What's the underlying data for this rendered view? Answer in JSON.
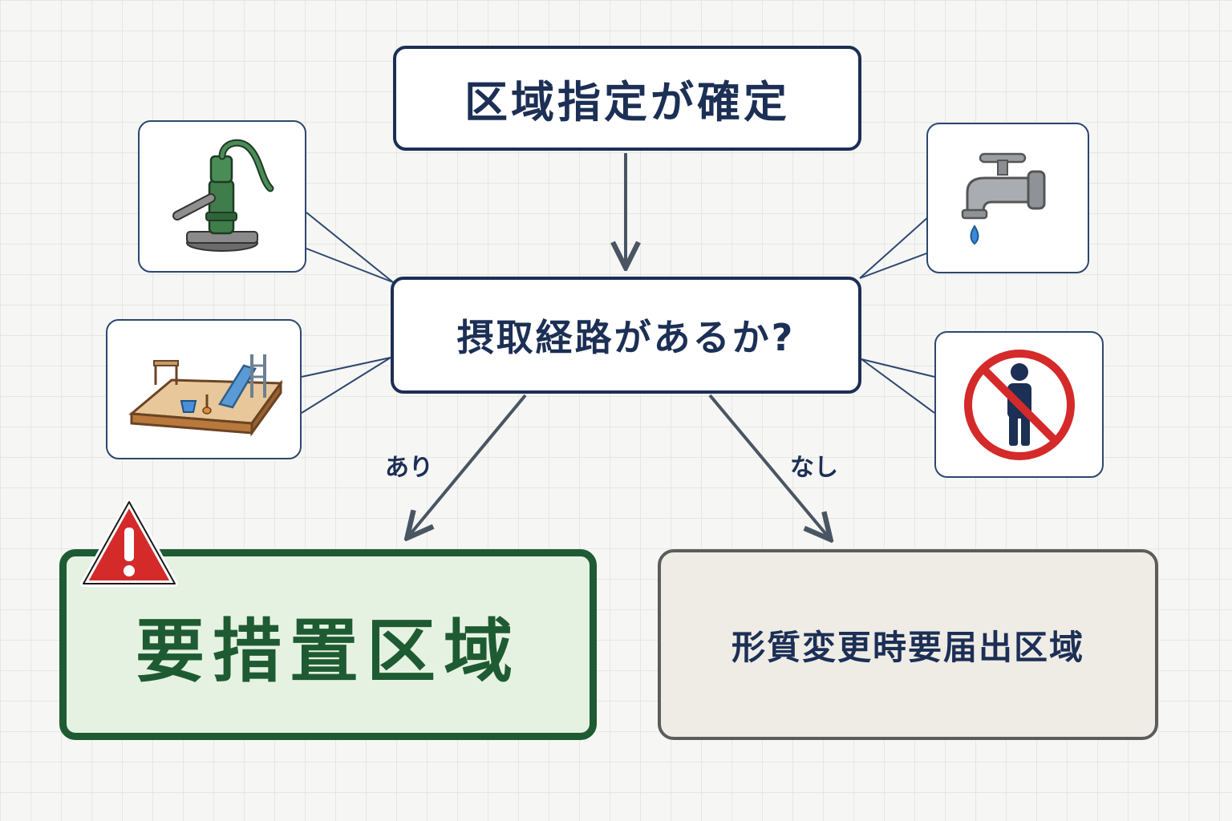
{
  "nodes": {
    "top": "区域指定が確定",
    "question": "摂取経路があるか?",
    "yes_result": "要措置区域",
    "no_result": "形質変更時要届出区域"
  },
  "edges": {
    "yes_label": "あり",
    "no_label": "なし"
  },
  "icons": {
    "top_left": "hand-pump-well-icon",
    "bottom_left": "sandbox-playground-icon",
    "top_right": "water-faucet-icon",
    "bottom_right": "no-person-entry-icon",
    "warning": "warning-triangle-icon"
  },
  "colors": {
    "navy": "#1c2f55",
    "green": "#1e5b33",
    "green_fill": "#e6f2e1",
    "gray_fill": "#efece6",
    "warning_red": "#d42a2a"
  }
}
